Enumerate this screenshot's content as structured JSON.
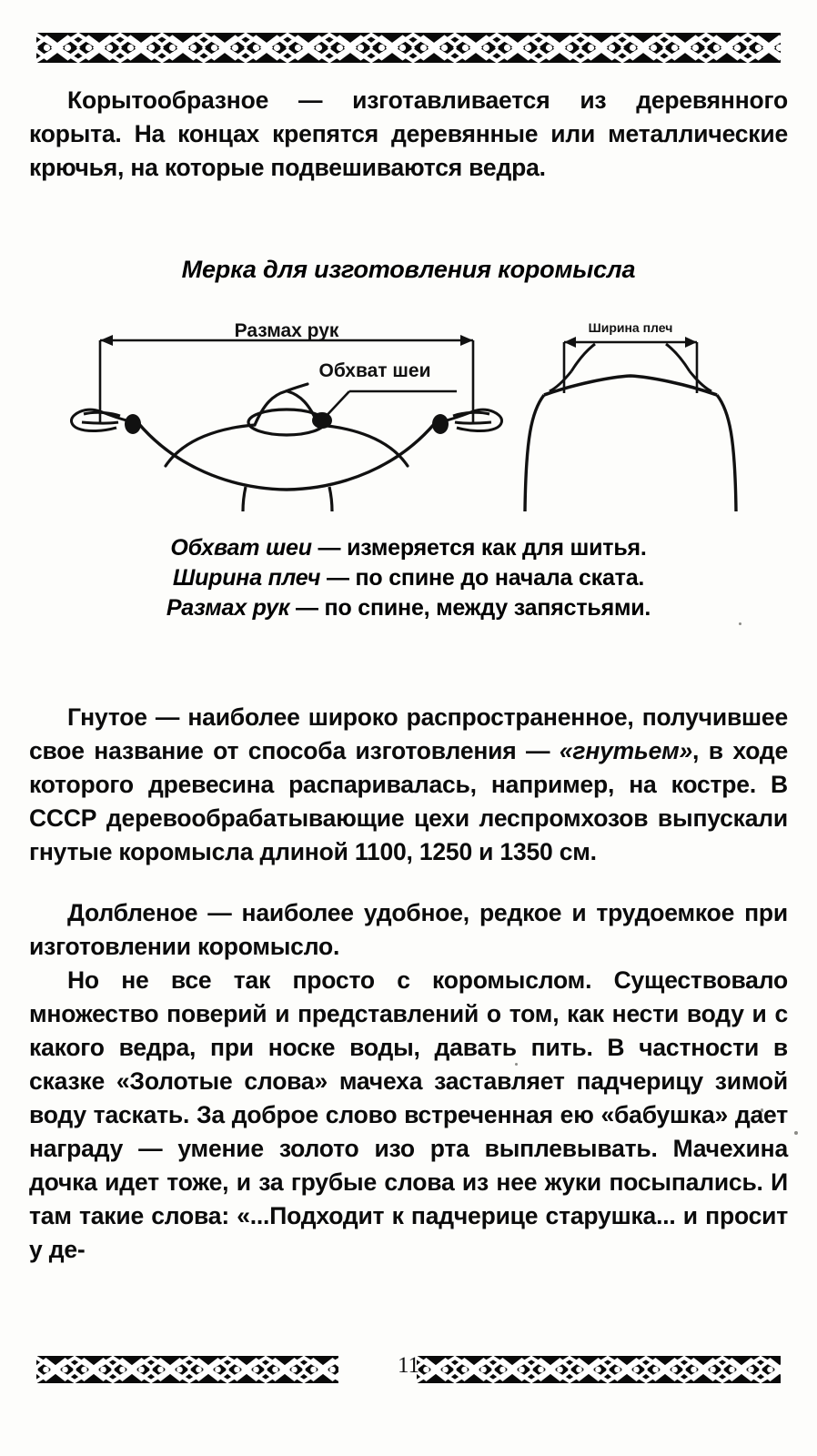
{
  "page": {
    "number": "11",
    "background_color": "#fdfdfb",
    "ink_color": "#0a0a0a"
  },
  "ornaments": {
    "top_name": "celtic-knot-band",
    "bottom_left_name": "celtic-knot-band",
    "bottom_right_name": "celtic-knot-band"
  },
  "paragraphs": {
    "trough_type": {
      "lead": "Корытообразное",
      "text": " — изготавливается из деревянного корыта. На концах крепятся деревянные или металлические крючья, на которые подвешиваются ведра."
    },
    "bent_type": {
      "lead": "Гнутое",
      "text_before": " — наиболее широко распространенное, получившее свое название от способа изготовления — ",
      "italic": "«гнутьем»",
      "text_after": ", в ходе которого древесина распаривалась, например, на костре. В СССР деревообрабатывающие цехи леспромхозов выпускали гнутые коромысла длиной 1100, 1250 и 1350 см."
    },
    "hollowed_type": {
      "lead": "Долбленое",
      "text": " — наиболее удобное, редкое и трудоемкое при изготовлении коромысло."
    },
    "beliefs": {
      "text": "Но не все так просто с коромыслом. Существовало множество поверий и представлений о том, как нести воду и с какого ведра, при носке воды, давать пить. В частности в сказке «Золотые слова» мачеха заставляет падчерицу зимой воду таскать. За доброе слово встреченная ею «бабушка» дает награду — умение золото изо рта выплевывать. Мачехина дочка идет тоже, и за грубые слова из нее жуки посыпались. И там такие слова: «...Подходит к падчерице старушка... и просит у де-"
    }
  },
  "figure": {
    "title": "Мерка для изготовления коромысла",
    "left_diagram": {
      "name": "back-with-outstretched-arms-diagram",
      "labels": {
        "arm_span": "Размах рук",
        "neck_girth": "Обхват шеи"
      }
    },
    "right_diagram": {
      "name": "shoulders-width-diagram",
      "labels": {
        "shoulder_width": "Ширина плеч"
      }
    },
    "captions": [
      {
        "term": "Обхват шеи",
        "text": " — измеряется как для шитья."
      },
      {
        "term": "Ширина плеч",
        "text": " — по спине до начала ската."
      },
      {
        "term": "Размах рук",
        "text": " — по спине, между запястьями."
      }
    ]
  }
}
